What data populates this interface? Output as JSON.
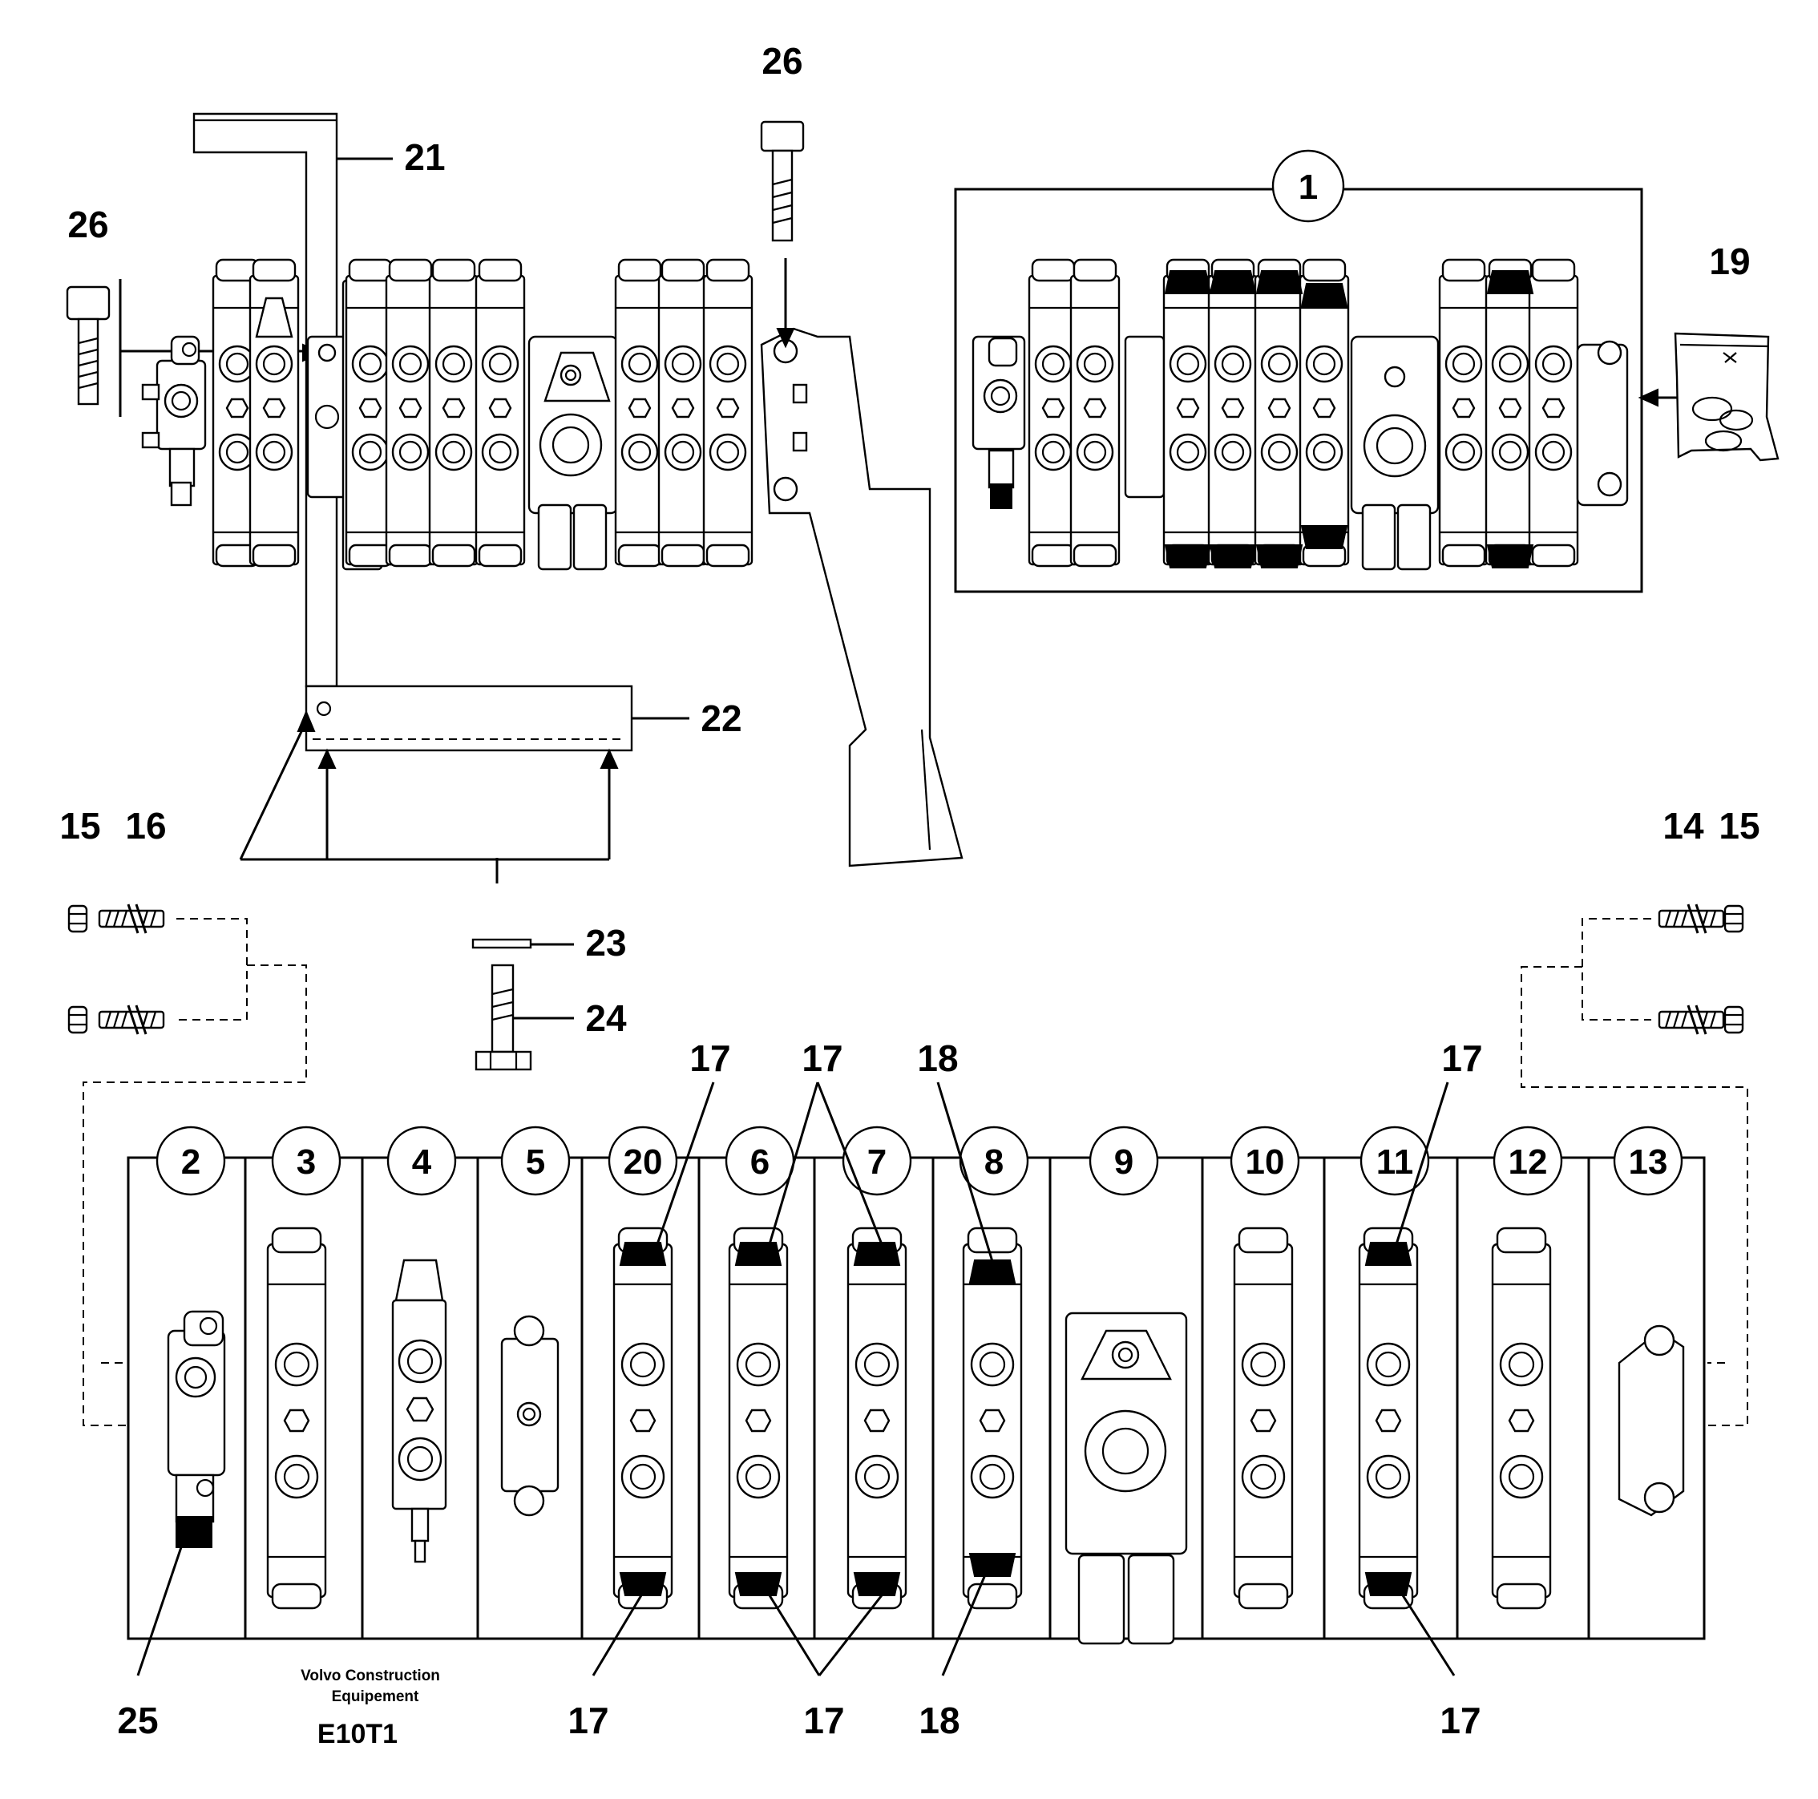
{
  "labels": {
    "l26a": "26",
    "l26b": "26",
    "l21": "21",
    "l19": "19",
    "l22": "22",
    "l15a": "15",
    "l16": "16",
    "l14": "14",
    "l15b": "15",
    "l23": "23",
    "l24": "24",
    "l17a": "17",
    "l17b": "17",
    "l18a": "18",
    "l17c": "17",
    "l25": "25",
    "l17d": "17",
    "l17e": "17",
    "l18b": "18",
    "l17f": "17"
  },
  "callouts": {
    "c1": "1",
    "sections": [
      "2",
      "3",
      "4",
      "5",
      "20",
      "6",
      "7",
      "8",
      "9",
      "10",
      "11",
      "12",
      "13"
    ]
  },
  "footer": {
    "company_line1": "Volvo Construction",
    "company_line2": "Equipement",
    "code": "E10T1"
  },
  "colors": {
    "ink": "#000000",
    "paper": "#ffffff"
  }
}
